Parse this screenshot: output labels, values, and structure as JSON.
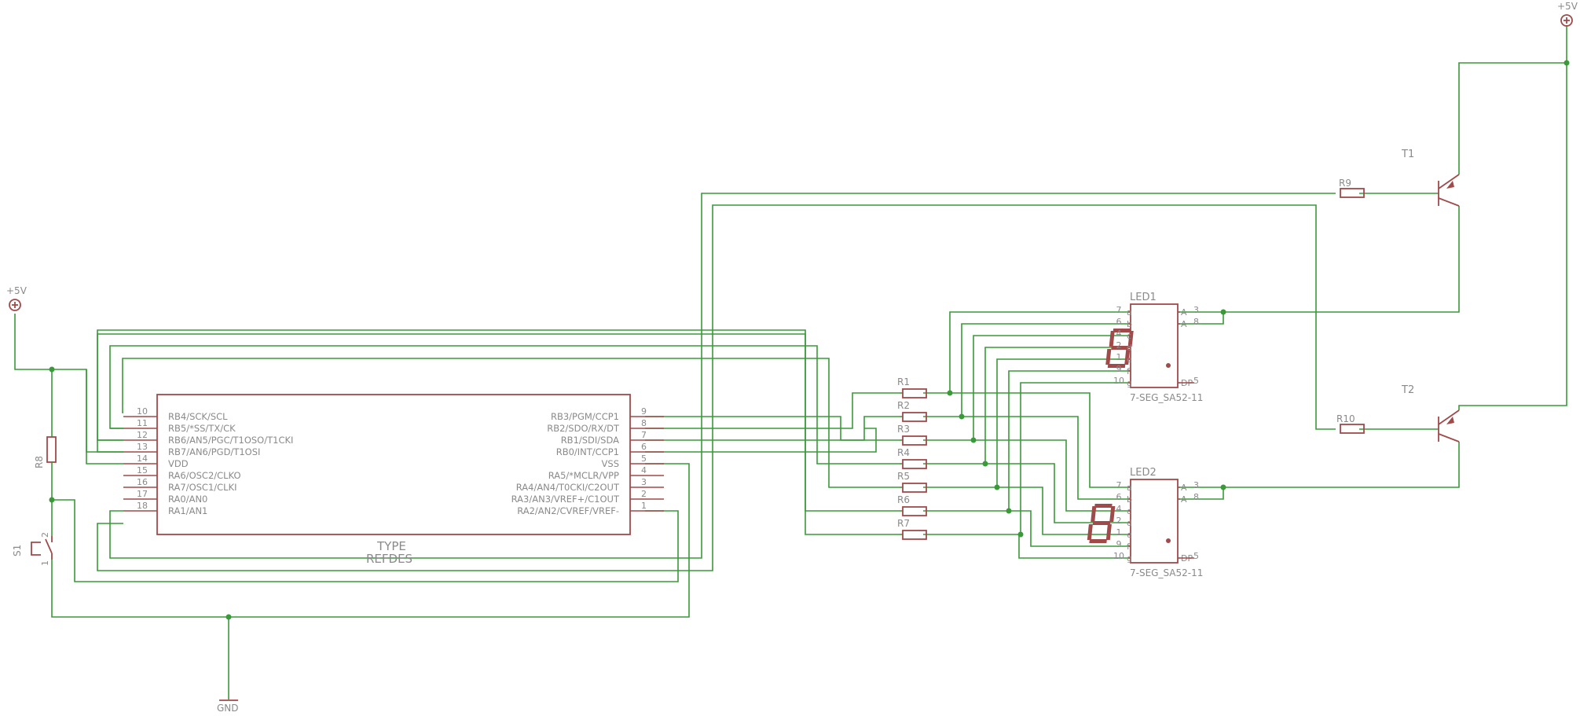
{
  "power_labels": {
    "vcc_left": "+5V",
    "vcc_right": "+5V",
    "gnd": "GND"
  },
  "mcu": {
    "type_label": "TYPE",
    "refdes_label": "REFDES",
    "left_pins": [
      {
        "num": "10",
        "name": "RB4/SCK/SCL"
      },
      {
        "num": "11",
        "name": "RB5/*SS/TX/CK"
      },
      {
        "num": "12",
        "name": "RB6/AN5/PGC/T1OSO/T1CKI"
      },
      {
        "num": "13",
        "name": "RB7/AN6/PGD/T1OSI"
      },
      {
        "num": "14",
        "name": "VDD"
      },
      {
        "num": "15",
        "name": "RA6/OSC2/CLKO"
      },
      {
        "num": "16",
        "name": "RA7/OSC1/CLKI"
      },
      {
        "num": "17",
        "name": "RA0/AN0"
      },
      {
        "num": "18",
        "name": "RA1/AN1"
      }
    ],
    "right_pins": [
      {
        "num": "9",
        "name": "RB3/PGM/CCP1"
      },
      {
        "num": "8",
        "name": "RB2/SDO/RX/DT"
      },
      {
        "num": "7",
        "name": "RB1/SDI/SDA"
      },
      {
        "num": "6",
        "name": "RB0/INT/CCP1"
      },
      {
        "num": "5",
        "name": "VSS"
      },
      {
        "num": "4",
        "name": "RA5/*MCLR/VPP"
      },
      {
        "num": "3",
        "name": "RA4/AN4/T0CKI/C2OUT"
      },
      {
        "num": "2",
        "name": "RA3/AN3/VREF+/C1OUT"
      },
      {
        "num": "1",
        "name": "RA2/AN2/CVREF/VREF-"
      }
    ]
  },
  "resistors": {
    "r1": "R1",
    "r2": "R2",
    "r3": "R3",
    "r4": "R4",
    "r5": "R5",
    "r6": "R6",
    "r7": "R7",
    "r8": "R8",
    "r9": "R9",
    "r10": "R10"
  },
  "switch": {
    "name": "S1",
    "pin1": "1",
    "pin2": "2"
  },
  "transistors": {
    "t1": "T1",
    "t2": "T2"
  },
  "displays": [
    {
      "name": "LED1",
      "value": "7-SEG_SA52-11",
      "left_pins": [
        {
          "num": "7",
          "seg": "a"
        },
        {
          "num": "6",
          "seg": "b"
        },
        {
          "num": "4",
          "seg": "c"
        },
        {
          "num": "2",
          "seg": "d"
        },
        {
          "num": "1",
          "seg": "e"
        },
        {
          "num": "9",
          "seg": "f"
        },
        {
          "num": "10",
          "seg": "g"
        }
      ],
      "right_pins": [
        {
          "num": "3",
          "seg": "A"
        },
        {
          "num": "8",
          "seg": "A"
        },
        {
          "num": "5",
          "seg": "DP"
        }
      ]
    },
    {
      "name": "LED2",
      "value": "7-SEG_SA52-11",
      "left_pins": [
        {
          "num": "7",
          "seg": "a"
        },
        {
          "num": "6",
          "seg": "b"
        },
        {
          "num": "4",
          "seg": "c"
        },
        {
          "num": "2",
          "seg": "d"
        },
        {
          "num": "1",
          "seg": "e"
        },
        {
          "num": "9",
          "seg": "f"
        },
        {
          "num": "10",
          "seg": "g"
        }
      ],
      "right_pins": [
        {
          "num": "3",
          "seg": "A"
        },
        {
          "num": "8",
          "seg": "A"
        },
        {
          "num": "5",
          "seg": "DP"
        }
      ]
    }
  ],
  "colors": {
    "wire": "#3a9a3a",
    "component": "#a04a4a",
    "text": "#8a8a8a"
  }
}
